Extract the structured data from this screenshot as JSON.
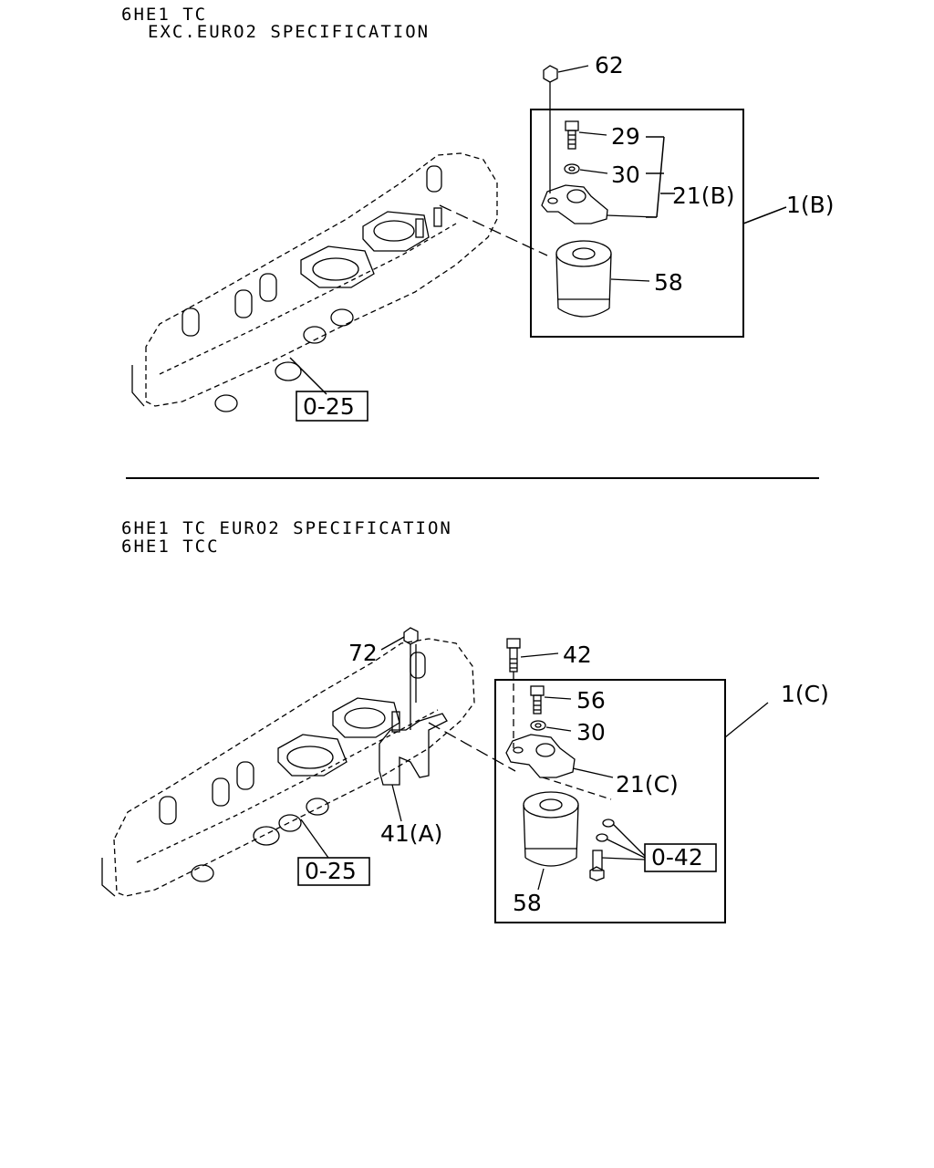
{
  "upper_section": {
    "model_line": "6HE1 TC",
    "spec_line": "EXC.EURO2 SPECIFICATION",
    "callouts": {
      "p62": "62",
      "p29": "29",
      "p30": "30",
      "p21b": "21(B)",
      "p1b": "1(B)",
      "p58": "58",
      "ref025": "0-25"
    }
  },
  "lower_section": {
    "model_line_1": "6HE1 TC EURO2 SPECIFICATION",
    "model_line_2": "6HE1 TCC",
    "callouts": {
      "p72": "72",
      "p42": "42",
      "p56": "56",
      "p30": "30",
      "p1c": "1(C)",
      "p21c": "21(C)",
      "p41a": "41(A)",
      "ref025": "0-25",
      "ref042": "0-42",
      "p58": "58"
    }
  }
}
